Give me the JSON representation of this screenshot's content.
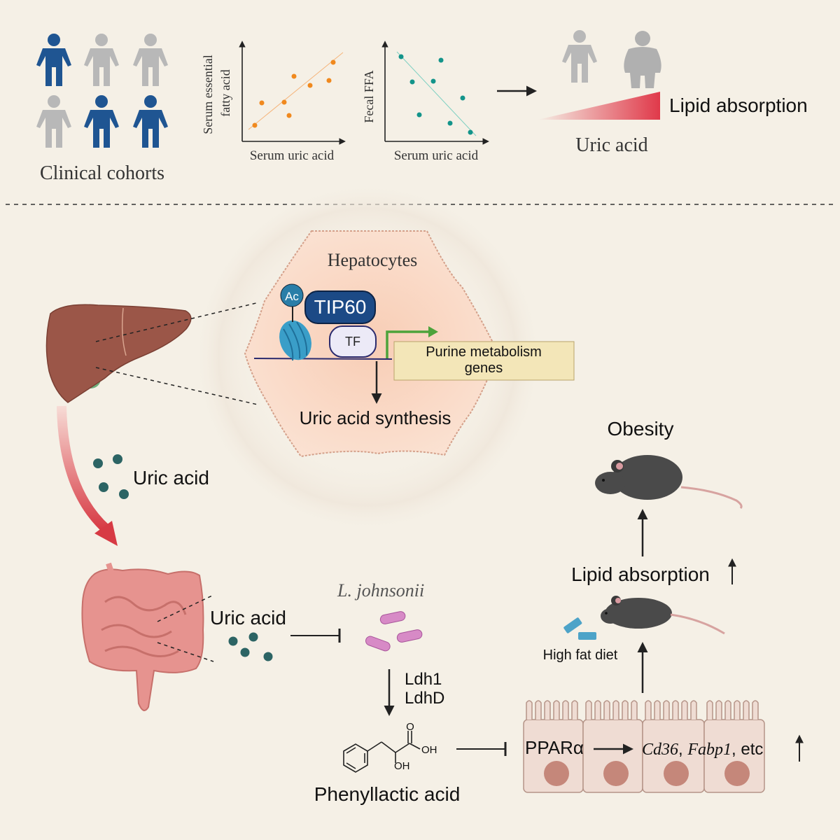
{
  "top": {
    "cohort_label": "Clinical cohorts",
    "plot1": {
      "ylabel_line1": "Serum essential",
      "ylabel_line2": "fatty acid",
      "xlabel": "Serum uric acid"
    },
    "plot2": {
      "ylabel": "Fecal FFA",
      "xlabel": "Serum uric acid"
    },
    "lipid_absorption": "Lipid absorption",
    "uric_acid": "Uric acid"
  },
  "hepatocyte": {
    "title": "Hepatocytes",
    "ac": "Ac",
    "tip60": "TIP60",
    "tf": "TF",
    "genes_line1": "Purine metabolism",
    "genes_line2": "genes",
    "synthesis": "Uric acid synthesis"
  },
  "flow": {
    "uric_acid_1": "Uric acid",
    "uric_acid_2": "Uric acid",
    "species_prefix": "L. ",
    "species_name": "johnsonii",
    "enzyme1": "Ldh1",
    "enzyme2": "LdhD",
    "oh1": "OH",
    "oh2": "OH",
    "carbonyl_o": "O",
    "compound": "Phenyllactic acid",
    "receptor": "PPARα",
    "gene1": "Cd36",
    "gene2": "Fabp1",
    "etc": ", etc",
    "diet": "High fat diet",
    "lipid_absorption": "Lipid absorption",
    "obesity": "Obesity"
  },
  "colors": {
    "background": "#f5f0e6",
    "person_blue": "#1f5592",
    "person_gray": "#b8b8b8",
    "dot_orange": "#f0891e",
    "dot_teal": "#13948a",
    "uric_dot": "#2c6464",
    "arrow_red": "#e0394a",
    "liver": "#9b5648",
    "tip60": "#1c4a86",
    "nucleosome": "#3a9ec8",
    "hepatocyte_fill": "#f8d6c2"
  }
}
